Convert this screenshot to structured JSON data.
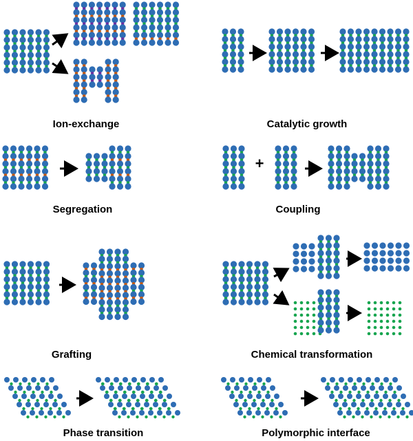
{
  "colors": {
    "large_atom": "#2e6db4",
    "small_green": "#17a54f",
    "small_orange": "#c55a11",
    "small_purple": "#6b2fa0",
    "arrow": "#000000"
  },
  "panels": [
    {
      "id": "ion-exchange",
      "label": "Ion-exchange"
    },
    {
      "id": "catalytic-growth",
      "label": "Catalytic growth"
    },
    {
      "id": "segregation",
      "label": "Segregation"
    },
    {
      "id": "coupling",
      "label": "Coupling",
      "operator": "+"
    },
    {
      "id": "grafting",
      "label": "Grafting"
    },
    {
      "id": "chemical-transformation",
      "label": "Chemical transformation"
    },
    {
      "id": "phase-transition",
      "label": "Phase transition"
    },
    {
      "id": "polymorphic-interface",
      "label": "Polymorphic interface"
    }
  ]
}
